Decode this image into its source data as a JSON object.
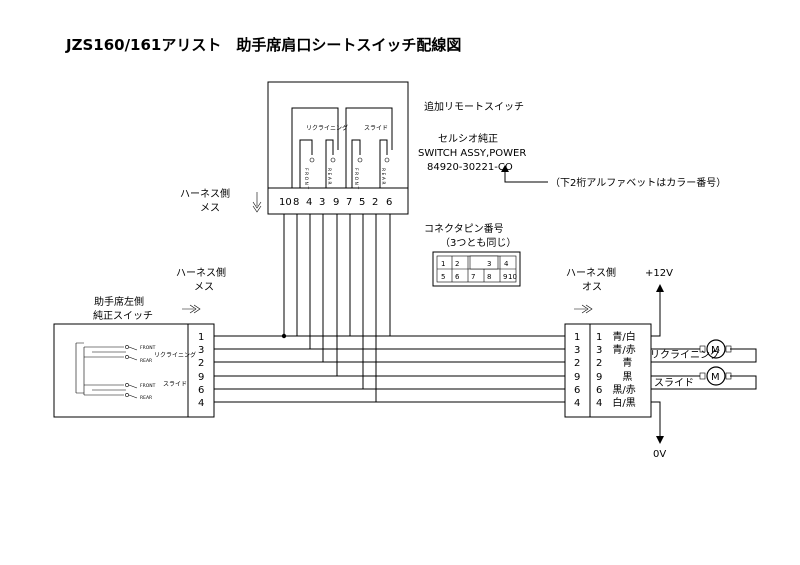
{
  "title": "JZS160/161アリスト　助手席肩口シートスイッチ配線図",
  "add_switch": {
    "title": "追加リモートスイッチ",
    "maker": "セルシオ純正",
    "part_name": "SWITCH ASSY,POWER",
    "part_no": "84920-30221-CO",
    "color_note": "（下2桁アルファベットはカラー番号）",
    "group_recline": "リクライニング",
    "group_slide": "スライド",
    "front_letters": "F R O N T",
    "rear_letters": "R E A R",
    "pins": [
      "10",
      "8",
      "4",
      "3",
      "9",
      "7",
      "5",
      "2",
      "6"
    ]
  },
  "harness_top": {
    "line1": "ハーネス側",
    "line2": "メス"
  },
  "harness_left": {
    "line1": "ハーネス側",
    "line2": "メス"
  },
  "harness_right": {
    "line1": "ハーネス側",
    "line2": "オス"
  },
  "connector_legend": {
    "title": "コネクタピン番号",
    "subtitle": "（3つとも同じ）",
    "cells": [
      "1",
      "2",
      "3",
      "4",
      "5",
      "6",
      "7",
      "8",
      "9",
      "10"
    ]
  },
  "left_switch": {
    "line1": "助手席左側",
    "line2": "純正スイッチ",
    "label_recline": "リクライニング",
    "label_slide": "スライド",
    "front": "FRONT",
    "rear": "REAR",
    "pins": [
      "1",
      "3",
      "2",
      "9",
      "6",
      "4"
    ]
  },
  "right_connector": {
    "pins": [
      "1",
      "3",
      "2",
      "9",
      "6",
      "4"
    ],
    "wires": [
      "1　青/白",
      "3　青/赤",
      "2　　青",
      "9　　黒",
      "6　黒/赤",
      "4　白/黒"
    ]
  },
  "power": {
    "plus": "+12V",
    "ground": "0V"
  },
  "motors": [
    {
      "label": "リクライニング",
      "symbol": "M"
    },
    {
      "label": "スライド",
      "symbol": "M"
    }
  ]
}
